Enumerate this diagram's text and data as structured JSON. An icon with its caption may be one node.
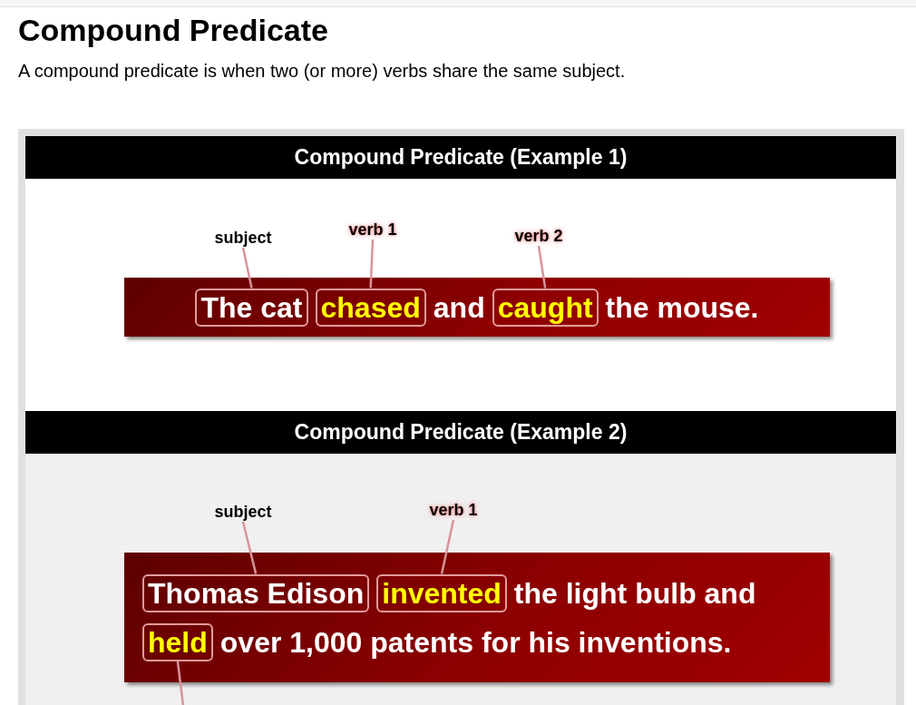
{
  "diagram": {
    "title": "Compound Predicate",
    "nodes": [
      {
        "text": [
          "Compound Predicate (Example 1)"
        ]
      },
      {
        "text": [
          "subject"
        ],
        "in": 0
      },
      {
        "text": [
          "verb 1"
        ],
        "in": 0
      },
      {
        "text": [
          "verb 2"
        ],
        "in": 0
      },
      {
        "text": [
          "and",
          "the mouse."
        ],
        "in": 0
      },
      {
        "text": [
          "The cat"
        ],
        "in": 4
      },
      {
        "text": [
          "chased"
        ],
        "in": 4
      },
      {
        "text": [
          "caught"
        ],
        "in": 4
      },
      {
        "text": [
          "Compound Predicate (Example 2)"
        ]
      },
      {
        "text": [
          "subject"
        ],
        "in": 8
      },
      {
        "text": [
          "verb 1"
        ],
        "in": 8
      },
      {
        "text": [
          "the light bulb and",
          "over 1,000 patents for his inventions."
        ],
        "in": 8
      },
      {
        "text": [
          "Thomas Edison"
        ],
        "in": 11
      },
      {
        "text": [
          "invented"
        ],
        "in": 11
      },
      {
        "text": [
          "held"
        ],
        "in": 11
      }
    ],
    "edges": [
      {
        "from": 1,
        "to": 5,
        "arrow": "none"
      },
      {
        "from": 2,
        "to": 6,
        "arrow": "none"
      },
      {
        "from": 3,
        "to": 7,
        "arrow": "none"
      },
      {
        "from": 9,
        "to": 12,
        "arrow": "none"
      },
      {
        "from": 10,
        "to": 13,
        "arrow": "none"
      },
      {
        "from": null,
        "to": 14,
        "arrow": "none"
      }
    ],
    "labels": [
      "A compound predicate is when two (or more) verbs share the same subject."
    ]
  }
}
